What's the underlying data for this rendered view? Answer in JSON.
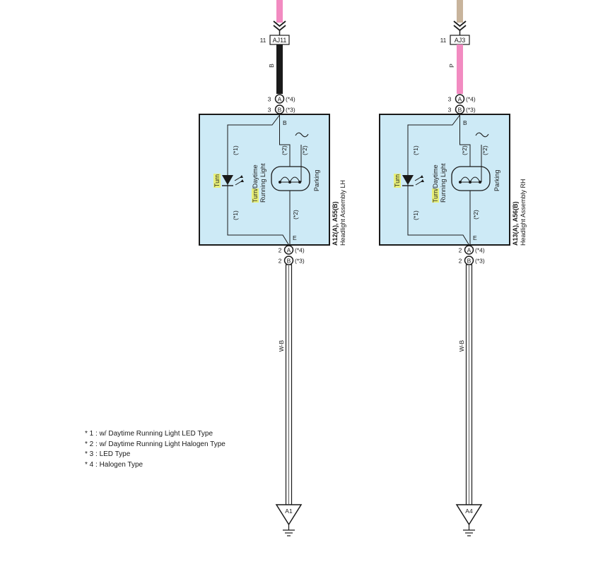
{
  "units": [
    {
      "connector": "AJ11",
      "connector_pin": "11",
      "upper_wire_color": "B",
      "upper_wire_hex": "#1a1a1a",
      "feed_wire_hex": "#f28bc1",
      "top_pins": [
        {
          "num": "3",
          "letter": "A",
          "note": "(*4)"
        },
        {
          "num": "3",
          "letter": "B",
          "note": "(*3)"
        }
      ],
      "bottom_pins": [
        {
          "num": "2",
          "letter": "A",
          "note": "(*4)"
        },
        {
          "num": "2",
          "letter": "B",
          "note": "(*3)"
        }
      ],
      "terminal_top": "B",
      "terminal_bottom": "E",
      "turn_label": "Turn",
      "drl_line1_hl": "Turn",
      "drl_line1_rest": "/Daytime",
      "drl_line2": "Running Light",
      "parking_label": "Parking",
      "note1": "(*1)",
      "note2": "(*2)",
      "assembly_code": "A12(A), A55(B)",
      "assembly_name": "Headlight Assembly LH",
      "lower_wire_color": "W-B",
      "ground": "A1"
    },
    {
      "connector": "AJ3",
      "connector_pin": "11",
      "upper_wire_color": "P",
      "upper_wire_hex": "#f28bc1",
      "feed_wire_hex": "#c8b49c",
      "top_pins": [
        {
          "num": "3",
          "letter": "A",
          "note": "(*4)"
        },
        {
          "num": "3",
          "letter": "B",
          "note": "(*3)"
        }
      ],
      "bottom_pins": [
        {
          "num": "2",
          "letter": "A",
          "note": "(*4)"
        },
        {
          "num": "2",
          "letter": "B",
          "note": "(*3)"
        }
      ],
      "terminal_top": "B",
      "terminal_bottom": "E",
      "turn_label": "Turn",
      "drl_line1_hl": "Turn",
      "drl_line1_rest": "/Daytime",
      "drl_line2": "Running Light",
      "parking_label": "Parking",
      "note1": "(*1)",
      "note2": "(*2)",
      "assembly_code": "A13(A), A56(B)",
      "assembly_name": "Headlight Assembly RH",
      "lower_wire_color": "W-B",
      "ground": "A4"
    }
  ],
  "notes": [
    "* 1 : w/ Daytime Running Light LED Type",
    "* 2 : w/ Daytime Running Light Halogen Type",
    "* 3 : LED Type",
    "* 4 : Halogen Type"
  ],
  "colors": {
    "box_fill": "#cdeaf6",
    "highlight": "#e8f07a"
  }
}
